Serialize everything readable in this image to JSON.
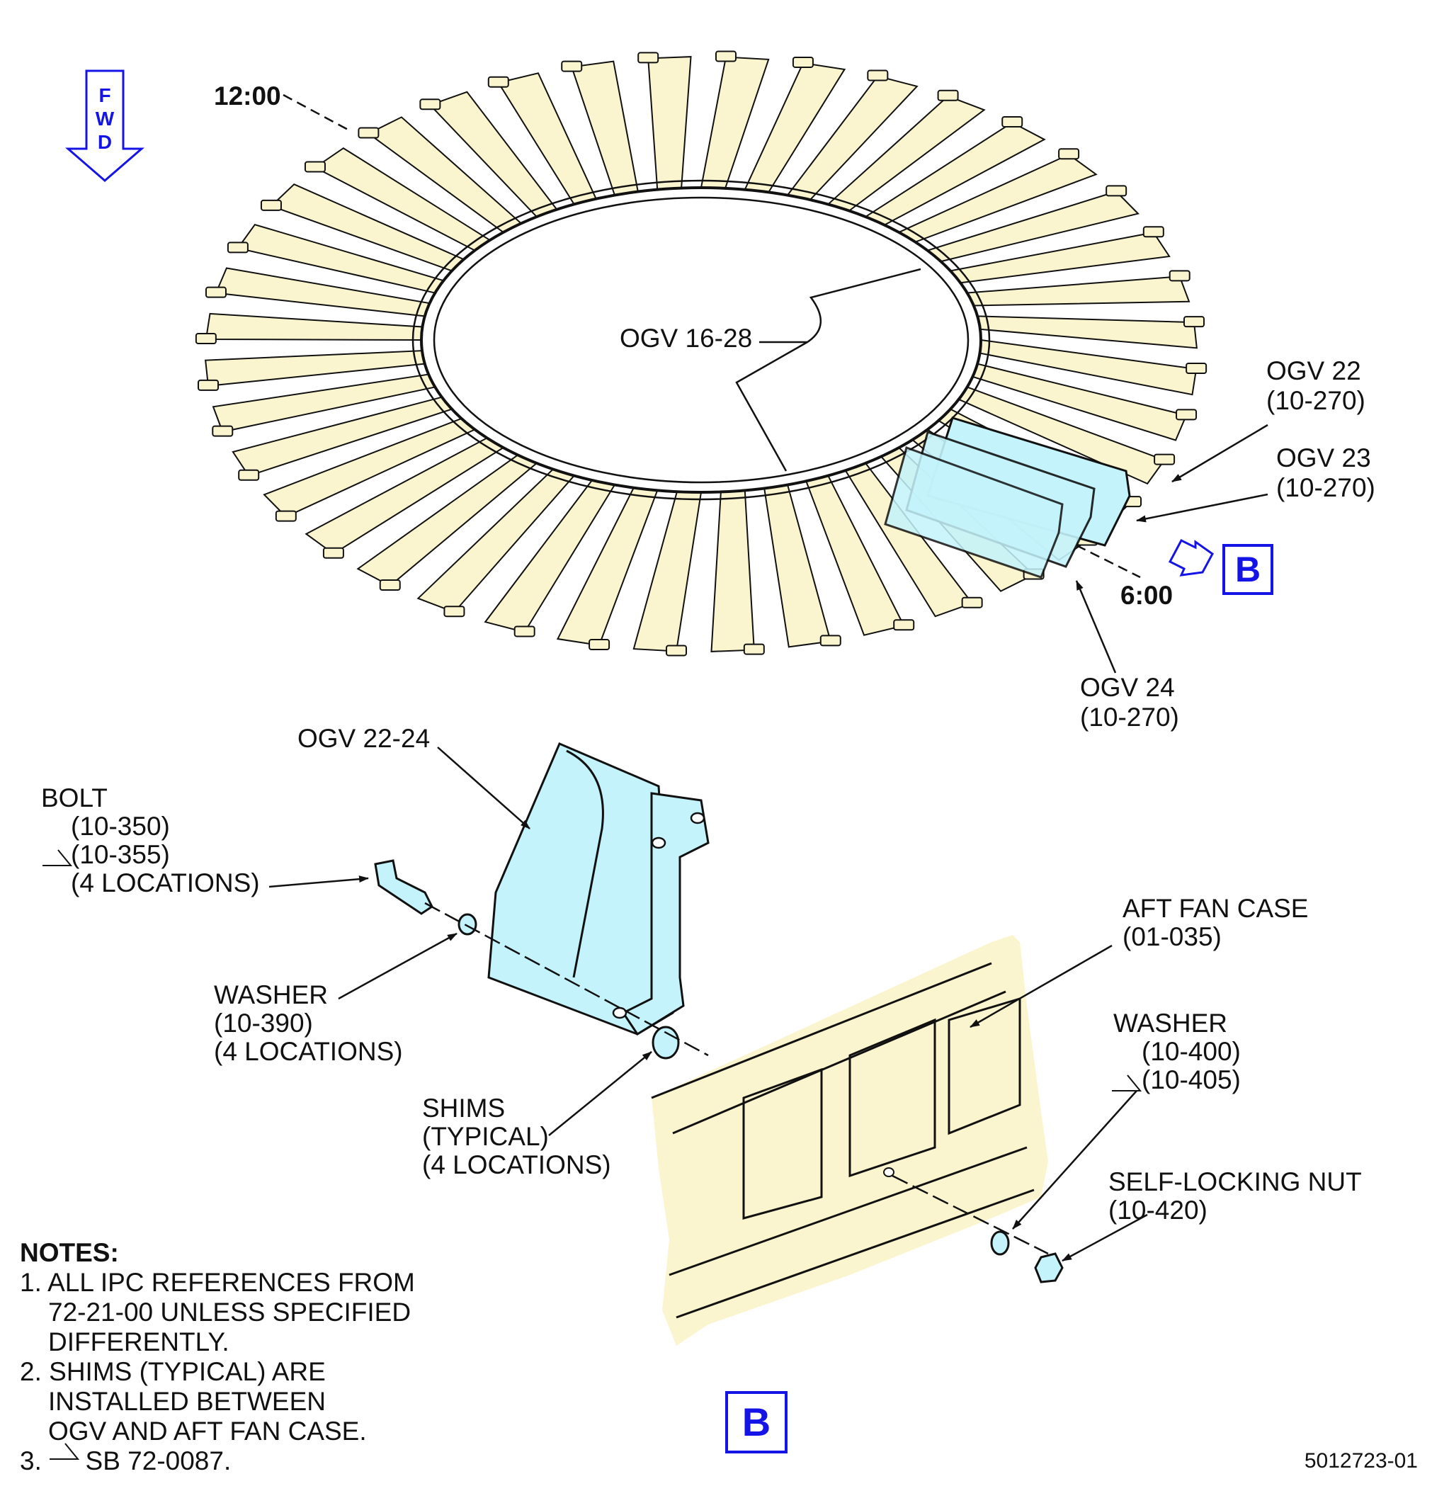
{
  "fwd_letters": [
    "F",
    "W",
    "D"
  ],
  "clock": {
    "top": "12:00",
    "bottom": "6:00"
  },
  "ogv_range": "OGV 16-28",
  "ogv22": {
    "name": "OGV 22",
    "ref": "(10-270)"
  },
  "ogv23": {
    "name": "OGV 23",
    "ref": "(10-270)"
  },
  "ogv24": {
    "name": "OGV 24",
    "ref": "(10-270)"
  },
  "view_label": "B",
  "ogv_detail": "OGV 22-24",
  "bolt": {
    "name": "BOLT",
    "ref1": "(10-350)",
    "ref2": "(10-355)",
    "loc": "(4 LOCATIONS)"
  },
  "washer1": {
    "name": "WASHER",
    "ref": "(10-390)",
    "loc": "(4 LOCATIONS)"
  },
  "shims": {
    "name": "SHIMS",
    "type": "(TYPICAL)",
    "loc": "(4 LOCATIONS)"
  },
  "aft_case": {
    "name": "AFT FAN CASE",
    "ref": "(01-035)"
  },
  "washer2": {
    "name": "WASHER",
    "ref1": "(10-400)",
    "ref2": "(10-405)"
  },
  "nut": {
    "name": "SELF-LOCKING NUT",
    "ref": "(10-420)"
  },
  "notes": {
    "heading": "NOTES:",
    "n1a": "1. ALL IPC REFERENCES FROM",
    "n1b": "72-21-00 UNLESS SPECIFIED",
    "n1c": "DIFFERENTLY.",
    "n2a": "2. SHIMS (TYPICAL) ARE",
    "n2b": "INSTALLED BETWEEN",
    "n2c": "OGV AND AFT FAN CASE.",
    "n3": "3.      SB 72-0087."
  },
  "drawing_number": "5012723-01",
  "colors": {
    "vane": "#fbf5cf",
    "highlight": "#c4f3fb",
    "callout_blue": "#1414e6",
    "line": "#111111"
  }
}
